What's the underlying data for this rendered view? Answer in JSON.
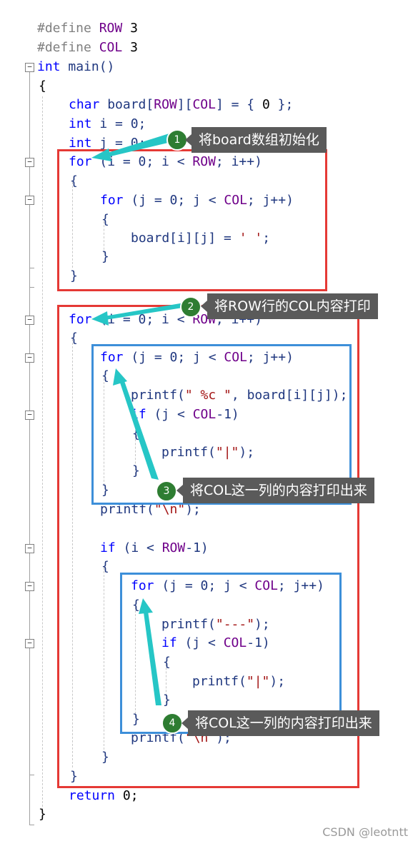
{
  "code": {
    "l1": {
      "kw": "#define",
      "macro": "ROW",
      "num": "3"
    },
    "l2": {
      "kw": "#define",
      "macro": "COL",
      "num": "3"
    },
    "l3": {
      "type": "int",
      "name": "main()"
    },
    "l4": "{",
    "l5": {
      "type": "char",
      "rest1": "board[",
      "m1": "ROW",
      "mid": "][",
      "m2": "COL",
      "rest2": "] = { ",
      "num": "0",
      "end": " };"
    },
    "l6": {
      "type": "int",
      "rest": "i = 0;"
    },
    "l7": {
      "type": "int",
      "rest": "j = 0;"
    },
    "l8": {
      "kw": "for",
      "a": "(i = 0; i < ",
      "macro": "ROW",
      "b": "; i++)"
    },
    "l9": "{",
    "l10": {
      "kw": "for",
      "a": "(j = 0; j < ",
      "macro": "COL",
      "b": "; j++)"
    },
    "l11": "{",
    "l12": {
      "a": "board[i][j] = ",
      "str": "' '",
      "b": ";"
    },
    "l13": "}",
    "l14": "}",
    "l15": {
      "kw": "for",
      "a": "(i = 0; i < ",
      "macro": "ROW",
      "b": "; i++)"
    },
    "l16": "{",
    "l17": {
      "kw": "for",
      "a": "(j = 0; j < ",
      "macro": "COL",
      "b": "; j++)"
    },
    "l18": "{",
    "l19": {
      "fn": "printf(",
      "str": "\" %c \"",
      "b": ", board[i][j]);"
    },
    "l20": {
      "kw": "if",
      "a": "(j < ",
      "macro": "COL",
      "b": "-1)"
    },
    "l21": "{",
    "l22": {
      "fn": "printf(",
      "str": "\"|\"",
      "b": ");"
    },
    "l23": "}",
    "l24": "}",
    "l25": {
      "fn": "printf(",
      "str": "\"\\n\"",
      "b": ");"
    },
    "l26": {
      "kw": "if",
      "a": "(i < ",
      "macro": "ROW",
      "b": "-1)"
    },
    "l27": "{",
    "l28": {
      "kw": "for",
      "a": "(j = 0; j < ",
      "macro": "COL",
      "b": "; j++)"
    },
    "l29": "{",
    "l30": {
      "fn": "printf(",
      "str": "\"---\"",
      "b": ");"
    },
    "l31": {
      "kw": "if",
      "a": "(j < ",
      "macro": "COL",
      "b": "-1)"
    },
    "l32": "{",
    "l33": {
      "fn": "printf(",
      "str": "\"|\"",
      "b": ");"
    },
    "l34": "}",
    "l35": "}",
    "l36": {
      "fn": "printf(",
      "str": "\"\\n\"",
      "b": ");"
    },
    "l37": "}",
    "l38": "}",
    "l39": {
      "kw": "return",
      "num": "0",
      "b": ";"
    },
    "l40": "}"
  },
  "annotations": [
    {
      "num": "1",
      "text": "将board数组初始化"
    },
    {
      "num": "2",
      "text": "将ROW行的COL内容打印"
    },
    {
      "num": "3",
      "text": "将COL这一列的内容打印出来"
    },
    {
      "num": "4",
      "text": "将COL这一列的内容打印出来"
    }
  ],
  "fold_glyph": "−",
  "watermark": "CSDN @leotntt",
  "colors": {
    "red_box": "#e53935",
    "blue_box": "#3d8fd9",
    "arrow": "#26c6c6",
    "badge": "#2e7d32",
    "label_bg": "#5a5a5a"
  }
}
